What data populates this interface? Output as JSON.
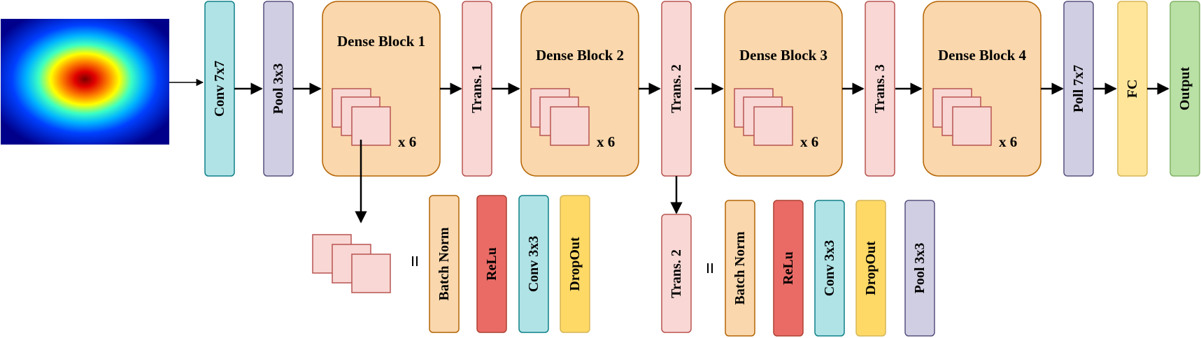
{
  "top_row": {
    "conv7": "Conv 7x7",
    "pool3": "Pool 3x3",
    "dense_blocks": [
      {
        "title": "Dense Block 1",
        "repeat": "x 6"
      },
      {
        "title": "Dense Block 2",
        "repeat": "x 6"
      },
      {
        "title": "Dense Block 3",
        "repeat": "x 6"
      },
      {
        "title": "Dense Block 4",
        "repeat": "x 6"
      }
    ],
    "transitions": [
      "Trans. 1",
      "Trans. 2",
      "Trans. 3"
    ],
    "pool7": "Poll 7x7",
    "fc": "FC",
    "output": "Output"
  },
  "dense_layer_def": {
    "equals": "=",
    "layers": [
      "Batch Norm",
      "ReLu",
      "Conv 3x3",
      "DropOut"
    ]
  },
  "transition_def": {
    "name": "Trans. 2",
    "equals": "=",
    "layers": [
      "Batch Norm",
      "ReLu",
      "Conv 3x3",
      "DropOut",
      "Pool 3x3"
    ]
  },
  "colors": {
    "conv": "#b0e3e6",
    "conv_border": "#0e8088",
    "pool": "#d0cee2",
    "pool_border": "#56517e",
    "dense_block": "#fad7ac",
    "dense_block_border": "#b46504",
    "transition": "#f8d7d4",
    "transition_border": "#b85450",
    "relu": "#ea6b66",
    "relu_border": "#ae4132",
    "dropout": "#ffd966",
    "dropout_border": "#d6b656",
    "fc": "#ffe599",
    "output": "#b9e0a5",
    "output_border": "#82b366"
  }
}
